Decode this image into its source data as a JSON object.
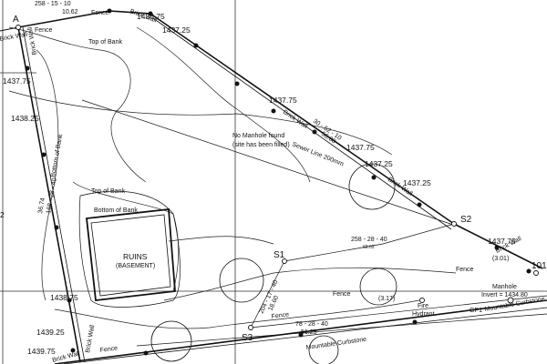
{
  "drawing": {
    "bearing_top": "258 - 15 - 10",
    "dist_top": "10.62",
    "fence_top": "Fence",
    "fence_top_left": "Fence",
    "wall_top_left": "Brick Wall",
    "wall_top": "Brick Wall",
    "contour_1436_75": "1436.75",
    "contour_1437_25_top": "1437.25",
    "contour_1437_75_left": "1437.75",
    "contour_1438_25_left": "1438.25",
    "contour_1438_75_left": "1438.75",
    "contour_1439_25_left": "1439.25",
    "contour_1439_75_left": "1439.75",
    "contour_1437_75_mid": "1437.75",
    "contour_1437_75_right": "1437.75",
    "contour_1437_25_right": "1437.25",
    "contour_1437_25_right2": "1437.25",
    "contour_1437_75_far": "1437.75",
    "top_of_bank_1": "Top of Bank",
    "top_of_bank_2": "Top of Bank",
    "bottom_of_bank_1": "Bottom of Bank",
    "bottom_of_bank_2": "Bottom of Bank",
    "ruins_1": "RUINS",
    "ruins_2": "(BASEMENT)",
    "manhole_note_1": "No Manhole found",
    "manhole_note_2": "(site has been filled)",
    "sewer_line": "Sewer Line 200mm",
    "brick_wall_diag": "Brick Wall",
    "brick_wall_diag2": "Brick Wall",
    "brick_wall_right": "Brick Wall",
    "brick_wall_left": "Brick Wall",
    "brick_wall_bottom": "Brick Wall",
    "brick_wall_bottom2": "Brick Wall",
    "bearing_diag": "30 - 52 - 10",
    "dist_diag": "56.88",
    "bearing_left": "168 - 28 - 40",
    "dist_left": "36.74",
    "bearing_s1s2": "258 - 28 - 40",
    "dist_s1s2": "68.03",
    "bearing_s1s3": "204 - 17 - 40",
    "dist_s1s3": "18.60",
    "bearing_bottom": "78 - 28 - 40",
    "dist_bottom": "51.25",
    "point_a": "A",
    "point_s1": "S1",
    "point_s2": "S2",
    "point_s3": "S3",
    "point_101": "101",
    "dist_right": "(3.01)",
    "dist_lower": "(3.17)",
    "fence_right": "Fence",
    "fence_bottom": "Fence",
    "fence_lower": "Fence",
    "fence_lower2": "Fence",
    "manhole": "Manhole",
    "invert": "Invert = 1434.80",
    "gp1": "GP1",
    "mountable_curb_1": "Mountable Curbstone",
    "mountable_curb_2": "Mountable Curbstone",
    "fire_1": "Fire",
    "fire_2": "Hydrant",
    "left_edge": "2"
  },
  "colors": {
    "ink": "#111111",
    "grid": "#333333"
  }
}
